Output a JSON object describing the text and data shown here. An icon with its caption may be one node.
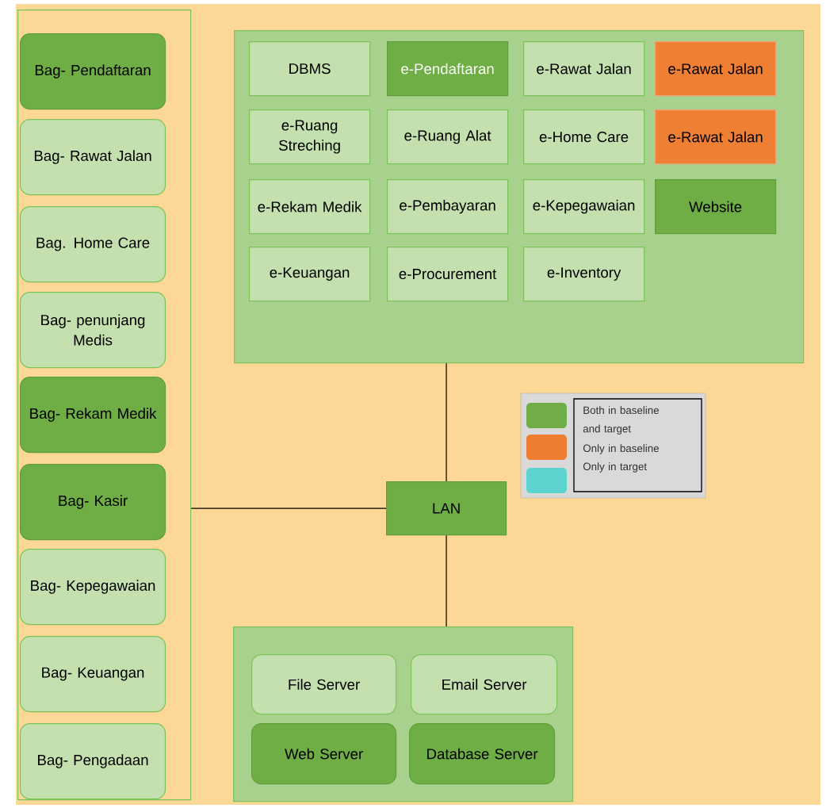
{
  "diagram": {
    "nodes": [
      {
        "text": [],
        "shape": "box"
      },
      {
        "text": [
          "Bag- Pendaftaran"
        ],
        "in": 0
      },
      {
        "text": [
          "Bag- Rawat Jalan"
        ],
        "in": 0
      },
      {
        "text": [
          "Bag. Home Care"
        ],
        "in": 0
      },
      {
        "text": [
          "Bag- penunjang Medis"
        ],
        "in": 0
      },
      {
        "text": [
          "Bag- Rekam Medik"
        ],
        "in": 0
      },
      {
        "text": [
          "Bag- Kasir"
        ],
        "in": 0
      },
      {
        "text": [
          "Bag- Kepegawaian"
        ],
        "in": 0
      },
      {
        "text": [
          "Bag- Keuangan"
        ],
        "in": 0
      },
      {
        "text": [
          "Bag- Pengadaan"
        ],
        "in": 0
      },
      {
        "text": [],
        "shape": "box"
      },
      {
        "text": [
          "DBMS"
        ],
        "in": 10
      },
      {
        "text": [
          "e-Pendaftaran"
        ],
        "in": 10
      },
      {
        "text": [
          "e-Rawat Jalan"
        ],
        "in": 10
      },
      {
        "text": [
          "e-Rawat Jalan"
        ],
        "in": 10
      },
      {
        "text": [
          "e-Ruang Streching"
        ],
        "in": 10
      },
      {
        "text": [
          "e-Ruang Alat"
        ],
        "in": 10
      },
      {
        "text": [
          "e-Home Care"
        ],
        "in": 10
      },
      {
        "text": [
          "e-Rawat Jalan"
        ],
        "in": 10
      },
      {
        "text": [
          "e-Rekam Medik"
        ],
        "in": 10
      },
      {
        "text": [
          "e-Pembayaran"
        ],
        "in": 10
      },
      {
        "text": [
          "e-Kepegawaian"
        ],
        "in": 10
      },
      {
        "text": [
          "Website"
        ],
        "in": 10
      },
      {
        "text": [
          "e-Keuangan"
        ],
        "in": 10
      },
      {
        "text": [
          "e-Procurement"
        ],
        "in": 10
      },
      {
        "text": [
          "e-Inventory"
        ],
        "in": 10
      },
      {
        "text": [
          "LAN"
        ]
      },
      {
        "text": [],
        "shape": "box"
      },
      {
        "text": [
          "File Server"
        ],
        "in": 27
      },
      {
        "text": [
          "Email Server"
        ],
        "in": 27
      },
      {
        "text": [
          "Web Server"
        ],
        "in": 27
      },
      {
        "text": [
          "Database Server"
        ],
        "in": 27
      }
    ],
    "edges": [
      {
        "from": 0,
        "to": 26,
        "arrow": "none"
      },
      {
        "from": 10,
        "to": 26,
        "arrow": "none"
      },
      {
        "from": 26,
        "to": 27,
        "arrow": "none"
      }
    ],
    "legend": [
      {
        "text": "Both in baseline and target",
        "color": "#70ad47"
      },
      {
        "text": "Only in baseline",
        "color": "#ed7d31"
      },
      {
        "text": "Only in target",
        "color": "#5dd3d0"
      }
    ]
  }
}
